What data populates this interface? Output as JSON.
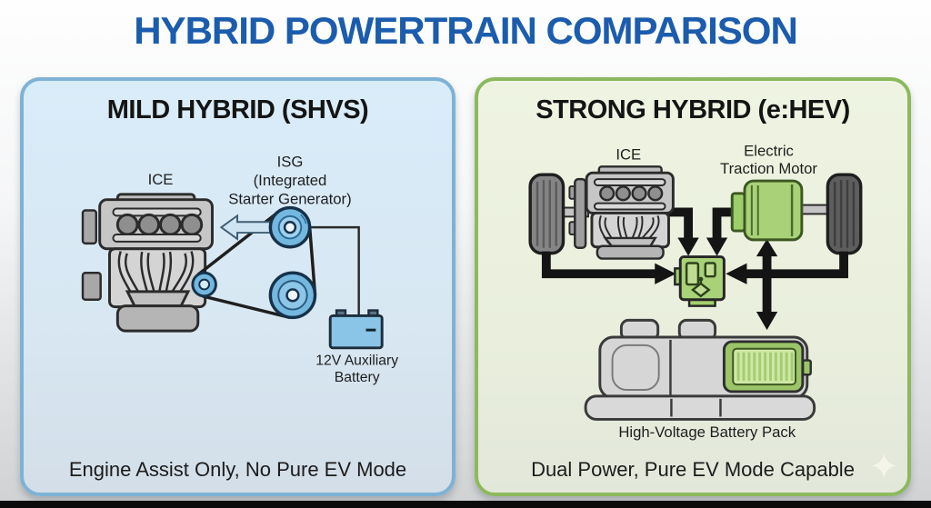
{
  "title": "HYBRID POWERTRAIN COMPARISON",
  "mild": {
    "heading": "MILD HYBRID (SHVS)",
    "labels": {
      "ice": "ICE",
      "isg": [
        "ISG",
        "(Integrated",
        "Starter Generator)"
      ],
      "battery": [
        "12V Auxiliary",
        "Battery"
      ]
    },
    "caption": "Engine Assist Only, No Pure EV Mode"
  },
  "strong": {
    "heading": "STRONG HYBRID (e:HEV)",
    "labels": {
      "ice": "ICE",
      "motor": [
        "Electric",
        "Traction Motor"
      ],
      "battery_pack": "High-Voltage Battery Pack"
    },
    "caption": "Dual Power, Pure EV Mode Capable"
  },
  "icons": {
    "sparkle": "✦"
  },
  "palette": {
    "title_blue": "#1b5cad",
    "mild_panel_border": "#7db2d4",
    "strong_panel_border": "#8cb95e",
    "component_blue": "#74b8e0",
    "battery_blue": "#8ac4e6",
    "assist_arrow_blue": "#cfe4f3",
    "component_green": "#a8d178",
    "pack_green": "#9cc468",
    "battery_green_light": "#cfe8a4",
    "engine_gray": "#c6c6c6",
    "arrow_black": "#141414"
  }
}
